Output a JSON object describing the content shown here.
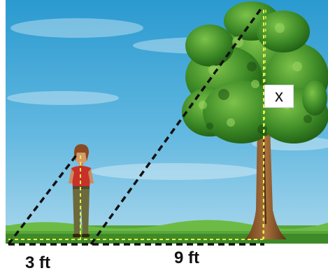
{
  "diagram": {
    "labels": {
      "person_shadow": "3 ft",
      "tree_shadow": "9 ft",
      "tree_height": "x"
    },
    "icons": [
      "tree-icon",
      "person-icon"
    ],
    "colors": {
      "sky_top": "#2a9ad0",
      "sky_bottom": "#9fd2ea",
      "grass": "#58a63a",
      "dashed_line": "#111111",
      "height_marker": "#e6ef4c"
    }
  }
}
